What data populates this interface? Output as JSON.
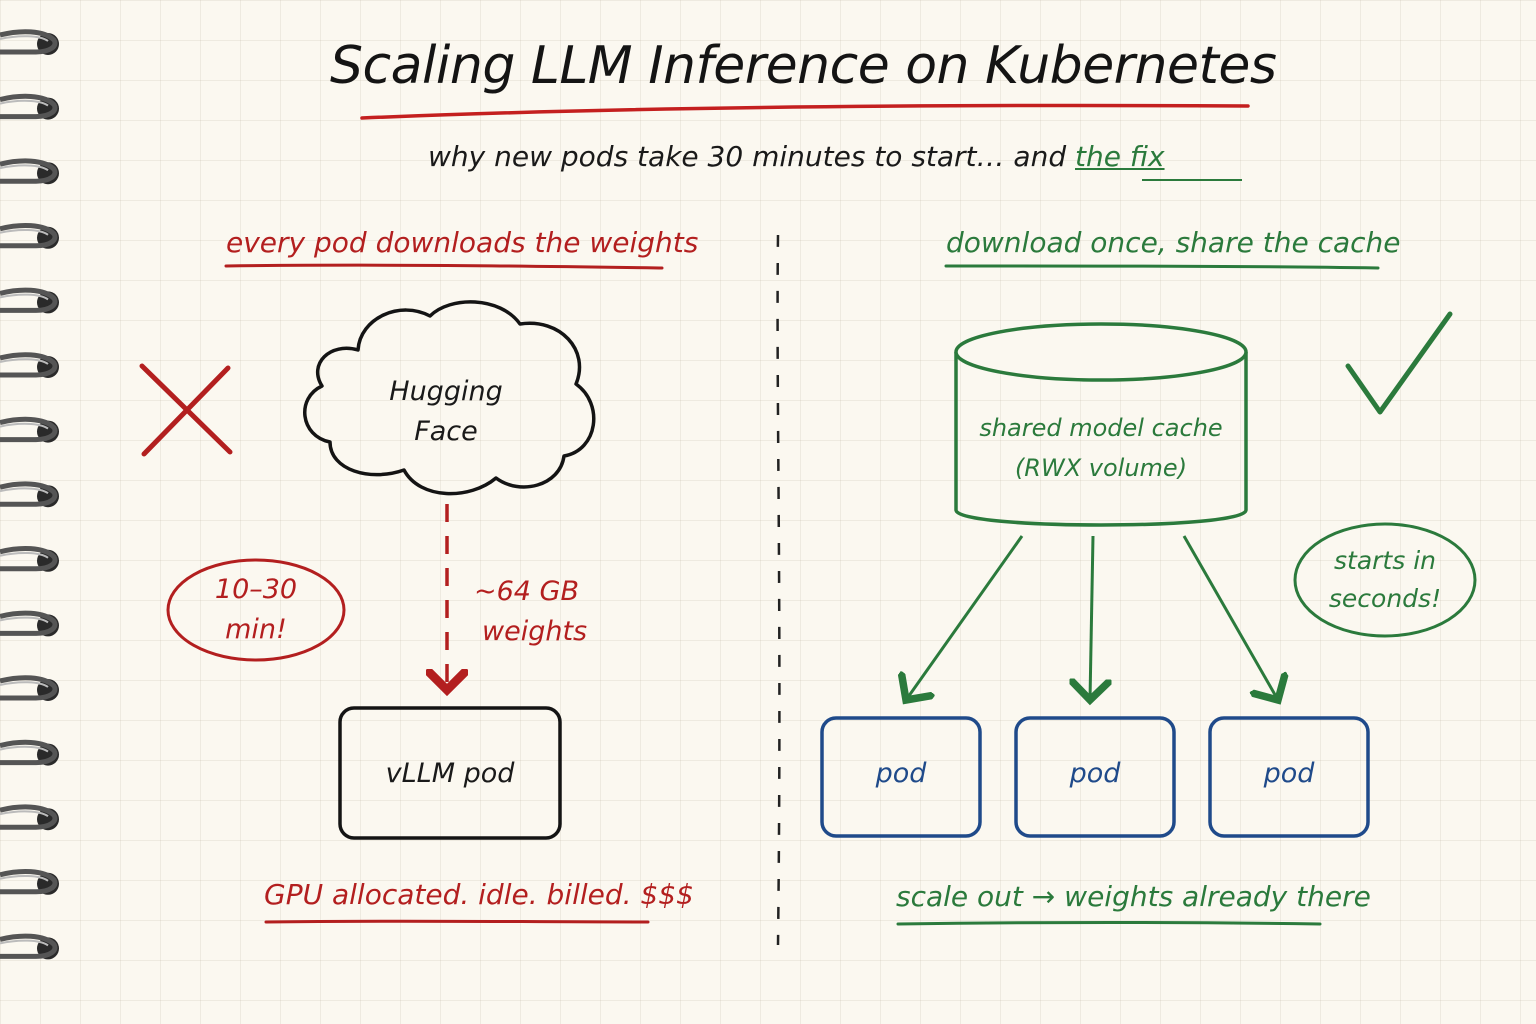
{
  "title": "Scaling LLM Inference on Kubernetes",
  "subtitle": {
    "lead": "why new pods take 30 minutes to start… and ",
    "highlight": "the fix"
  },
  "left_panel": {
    "heading": "every pod downloads the weights",
    "source_node": [
      "Hugging",
      "Face"
    ],
    "download_label": [
      "~64 GB",
      "weights"
    ],
    "time_badge": [
      "10–30",
      "min!"
    ],
    "target_node": "vLLM pod",
    "footer": "GPU allocated. idle. billed. $$$",
    "mark_icon": "cross-mark-icon"
  },
  "right_panel": {
    "heading": "download once, share the cache",
    "cache_node": [
      "shared model cache",
      "(RWX volume)"
    ],
    "pods": [
      "pod",
      "pod",
      "pod"
    ],
    "speed_badge": [
      "starts in",
      "seconds!"
    ],
    "footer": "scale out → weights already there",
    "mark_icon": "check-mark-icon"
  },
  "colors": {
    "ink": "#1a1a1a",
    "red": "#b31f1f",
    "green": "#2b7a3c",
    "blue": "#1f4a8a",
    "paper": "#fbf8f0"
  }
}
